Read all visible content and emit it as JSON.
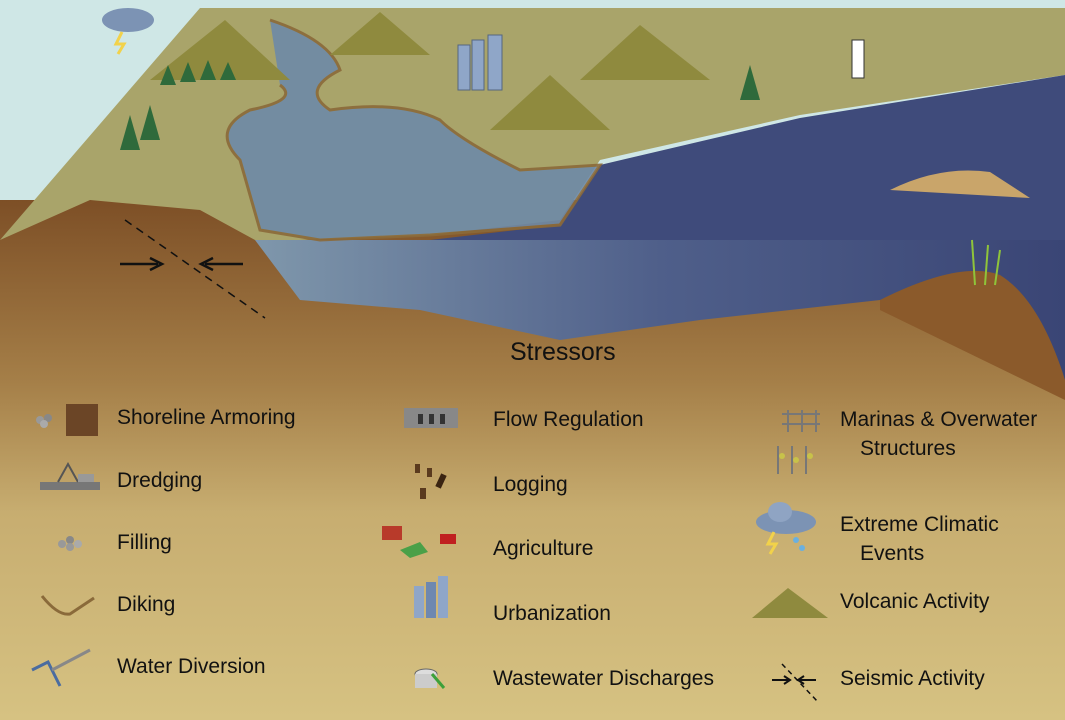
{
  "title": "Stressors",
  "legend": {
    "col1": [
      {
        "label": "Shoreline Armoring",
        "icon": "rock-and-bulkhead-icon"
      },
      {
        "label": "Dredging",
        "icon": "dredge-barge-icon"
      },
      {
        "label": "Filling",
        "icon": "gravel-pile-icon"
      },
      {
        "label": "Diking",
        "icon": "dike-icon"
      },
      {
        "label": "Water Diversion",
        "icon": "water-pipe-icon"
      }
    ],
    "col2": [
      {
        "label": "Flow Regulation",
        "icon": "dam-icon"
      },
      {
        "label": "Logging",
        "icon": "tree-stumps-icon"
      },
      {
        "label": "Agriculture",
        "icon": "barn-tractor-icon"
      },
      {
        "label": "Urbanization",
        "icon": "city-buildings-icon"
      },
      {
        "label": "Wastewater Discharges",
        "icon": "discharge-pipe-icon"
      }
    ],
    "col3": [
      {
        "label_line1": "Marinas & Overwater",
        "label_line2": "Structures",
        "icon": "dock-pilings-icon"
      },
      {
        "label_line1": "Extreme Climatic",
        "label_line2": "Events",
        "icon": "storm-cloud-icon"
      },
      {
        "label": "Volcanic Activity",
        "icon": "volcano-icon"
      },
      {
        "label": "Seismic Activity",
        "icon": "fault-line-icon"
      }
    ]
  },
  "colors": {
    "sky": "#cfe7e6",
    "land": "#a9a46a",
    "water": "#3f4b7b",
    "soil": "#8b5a2b",
    "legend_bg": "#d2bc7e"
  }
}
